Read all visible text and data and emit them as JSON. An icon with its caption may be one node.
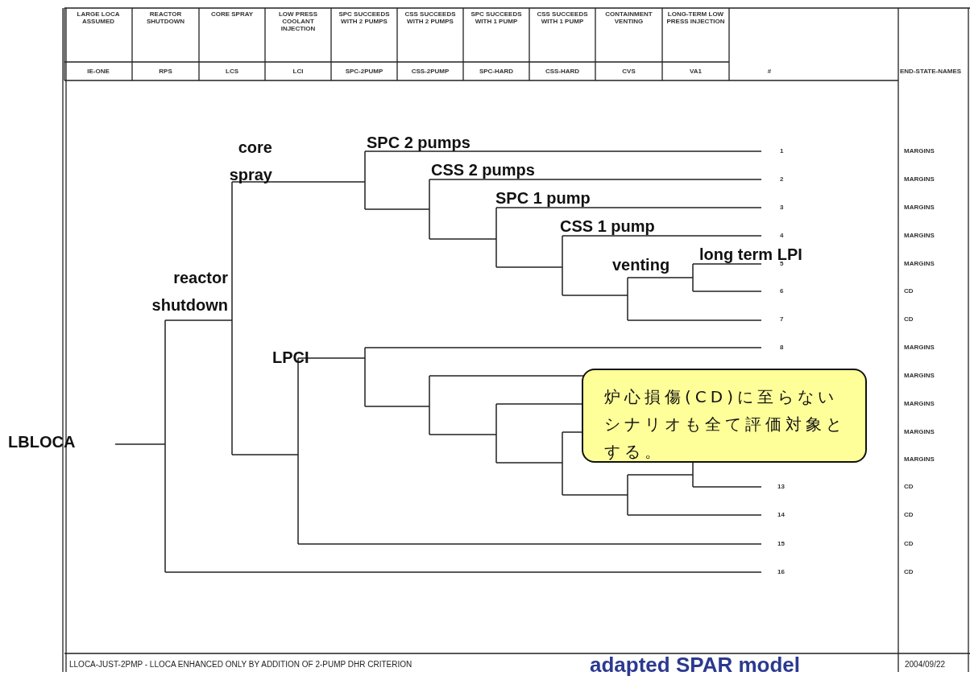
{
  "diagram": {
    "nodes": [
      {
        "text": [
          "炉心損傷(CD)に至らないシナリオも全て評価対象とする。"
        ]
      }
    ],
    "edges": [],
    "labels": [
      "LARGE LOCA ASSUMED",
      "REACTOR SHUTDOWN",
      "CORE SPRAY",
      "LOW PRESS COOLANT INJECTION",
      "SPC SUCCEEDS WITH 2 PUMPS",
      "CSS SUCCEEDS WITH 2 PUMPS",
      "SPC SUCCEEDS WITH 1 PUMP",
      "CSS SUCCEEDS WITH 1 PUMP",
      "CONTAINMENT VENTING",
      "LONG-TERM LOW PRESS INJECTION",
      "IE-ONE",
      "RPS",
      "LCS",
      "LCI",
      "SPC-2PUMP",
      "CSS-2PUMP",
      "SPC-HARD",
      "CSS-HARD",
      "CVS",
      "VA1",
      "#",
      "END-STATE-NAMES",
      "core spray",
      "SPC 2 pumps",
      "CSS 2 pumps",
      "SPC 1 pump",
      "CSS 1 pump",
      "long term LPI",
      "venting",
      "reactor shutdown",
      "LPCI",
      "LBLOCA",
      "1",
      "MARGINS",
      "2",
      "MARGINS",
      "3",
      "MARGINS",
      "4",
      "MARGINS",
      "5",
      "MARGINS",
      "6",
      "CD",
      "7",
      "CD",
      "8",
      "MARGINS",
      "MARGINS",
      "MARGINS",
      "MARGINS",
      "MARGINS",
      "13",
      "CD",
      "14",
      "CD",
      "15",
      "CD",
      "16",
      "CD",
      "LLOCA-JUST-2PMP -  LLOCA ENHANCED ONLY BY ADDITION OF 2-PUMP DHR CRITERION",
      "adapted SPAR model",
      "2004/09/22"
    ]
  }
}
